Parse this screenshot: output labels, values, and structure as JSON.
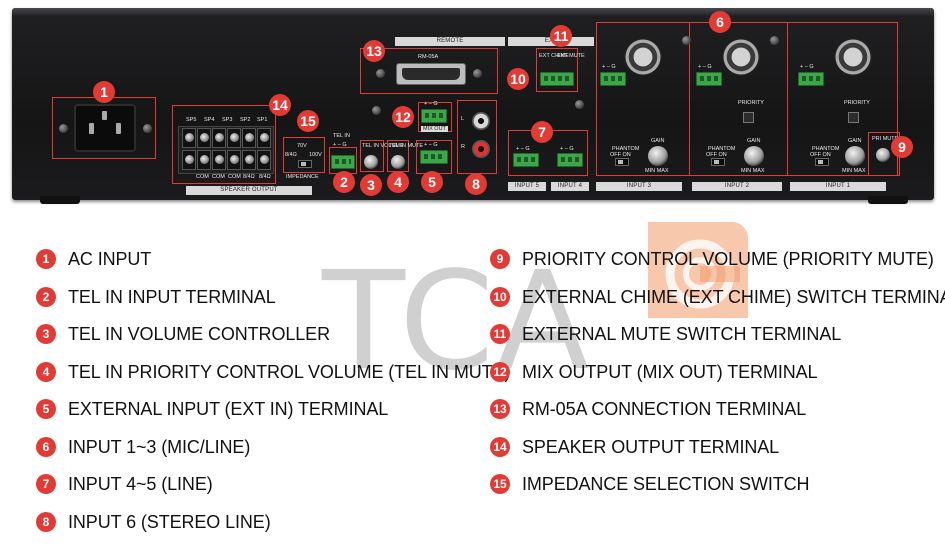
{
  "panel_labels": {
    "remote": "REMOTE",
    "ext": "EXT",
    "rm05a": "RM-05A",
    "ext_chime": "EXT CHIME",
    "ext_mute": "EXT MUTE",
    "priority_1": "PRIORITY",
    "priority_2": "PRIORITY",
    "speaker_output": "SPEAKER OUTPUT",
    "impedance": "IMPEDANCE",
    "tel_in": "TEL IN",
    "tel_in_volume": "TEL IN VOLUME",
    "tel_in_mute": "TEL IN MUTE",
    "mix_out": "MIX OUT",
    "input_5": "INPUT 5",
    "input_4": "INPUT 4",
    "input_3": "INPUT 3",
    "input_2": "INPUT 2",
    "input_1": "INPUT 1",
    "gain_1": "GAIN",
    "gain_2": "GAIN",
    "gain_3": "GAIN",
    "min_max": "MIN   MAX",
    "phantom": "PHANTOM",
    "off_on": "OFF  ON",
    "pri_mute": "PRI MUTE",
    "sp_labels": [
      "SP5",
      "SP4",
      "SP3",
      "SP2",
      "SP1"
    ],
    "com_labels": [
      "COM",
      "COM",
      "COM",
      "8/4Ω",
      "8/4Ω"
    ],
    "impedance_opts": [
      "8/4Ω",
      "70V",
      "100V"
    ],
    "polarity": "+ – G",
    "lr": [
      "L",
      "R"
    ]
  },
  "callouts": [
    "1",
    "2",
    "3",
    "4",
    "5",
    "6",
    "7",
    "8",
    "9",
    "10",
    "11",
    "12",
    "13",
    "14",
    "15"
  ],
  "legend_left": [
    {
      "num": "1",
      "text": "AC INPUT"
    },
    {
      "num": "2",
      "text": "TEL IN INPUT TERMINAL"
    },
    {
      "num": "3",
      "text": "TEL IN VOLUME CONTROLLER"
    },
    {
      "num": "4",
      "text": "TEL IN PRIORITY CONTROL VOLUME (TEL IN MUTE)"
    },
    {
      "num": "5",
      "text": "EXTERNAL INPUT (EXT IN) TERMINAL"
    },
    {
      "num": "6",
      "text": "INPUT 1~3 (MIC/LINE)"
    },
    {
      "num": "7",
      "text": "INPUT 4~5 (LINE)"
    },
    {
      "num": "8",
      "text": "INPUT 6 (STEREO LINE)"
    }
  ],
  "legend_right": [
    {
      "num": "9",
      "text": "PRIORITY CONTROL VOLUME (PRIORITY MUTE)"
    },
    {
      "num": "10",
      "text": "EXTERNAL CHIME (EXT CHIME) SWITCH TERMINAL"
    },
    {
      "num": "11",
      "text": "EXTERNAL MUTE SWITCH TERMINAL"
    },
    {
      "num": "12",
      "text": "MIX OUTPUT (MIX OUT) TERMINAL"
    },
    {
      "num": "13",
      "text": "RM-05A CONNECTION TERMINAL"
    },
    {
      "num": "14",
      "text": "SPEAKER OUTPUT TERMINAL"
    },
    {
      "num": "15",
      "text": "IMPEDANCE SELECTION SWITCH"
    }
  ],
  "watermark": "TCA",
  "colors": {
    "callout": "#e23b35",
    "terminal_green": "#3ea64a",
    "watermark_orange": "#f39a6a"
  }
}
